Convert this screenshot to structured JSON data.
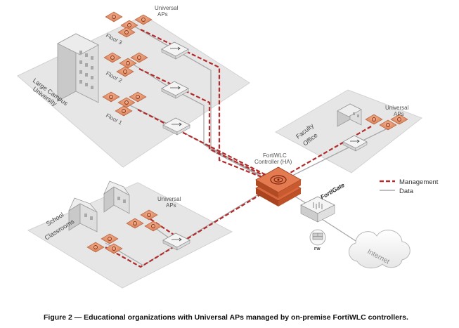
{
  "labels": {
    "universal_aps_top": [
      "Universal",
      "APs"
    ],
    "floor_3": "Floor 3",
    "floor_2": "Floor 2",
    "floor_1": "Floor 1",
    "campus": [
      "Large Campus",
      "University"
    ],
    "faculty": [
      "Faculty",
      "Office"
    ],
    "universal_aps_faculty": [
      "Universal",
      "APs"
    ],
    "controller": [
      "FortiWLC",
      "Controller (HA)"
    ],
    "school": [
      "School",
      "Classrooms"
    ],
    "universal_aps_school": [
      "Universal",
      "APs"
    ],
    "fortigate": "FortiGate",
    "fw": "FW",
    "internet": "Internet"
  },
  "legend": {
    "management": "Management",
    "data": "Data"
  },
  "caption": "Figure 2 — Educational organizations with Universal APs managed by on-premise FortiWLC controllers.",
  "colors": {
    "management": "#b22a2a",
    "data": "#a8a8a8",
    "zone": "#e4e4e4",
    "ap": "#d9805a",
    "controller": "#cc5a34"
  }
}
